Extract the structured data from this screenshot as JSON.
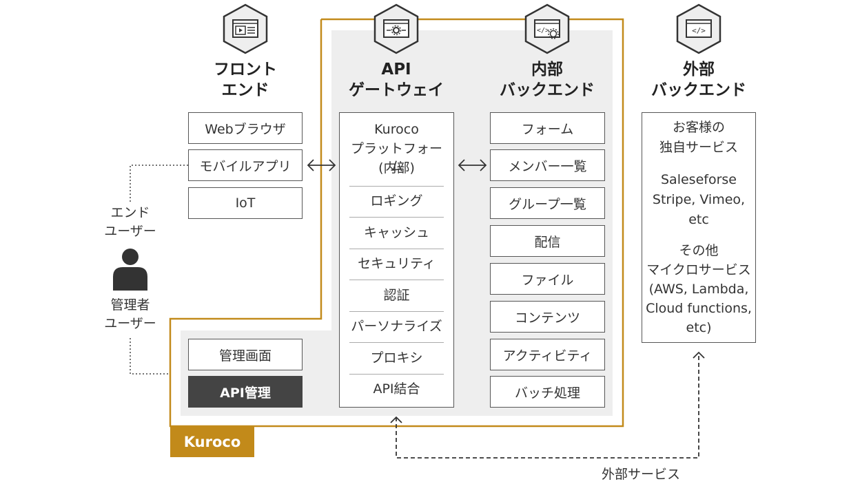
{
  "columns": {
    "frontend": {
      "line1": "フロント",
      "line2": "エンド"
    },
    "gateway": {
      "line1": "API",
      "line2": "ゲートウェイ"
    },
    "internal": {
      "line1": "内部",
      "line2": "バックエンド"
    },
    "external": {
      "line1": "外部",
      "line2": "バックエンド"
    }
  },
  "frontend_items": [
    "Webブラウザ",
    "モバイルアプリ",
    "IoT"
  ],
  "gateway_platform": [
    "Kuroco",
    "プラットフォーム",
    "(内部)"
  ],
  "gateway_features": [
    "ロギング",
    "キャッシュ",
    "セキュリティ",
    "認証",
    "パーソナライズ",
    "プロキシ",
    "API結合"
  ],
  "internal_items": [
    "フォーム",
    "メンバー一覧",
    "グループ一覧",
    "配信",
    "ファイル",
    "コンテンツ",
    "アクティビティ",
    "バッチ処理"
  ],
  "external_groups": [
    [
      "お客様の",
      "独自サービス"
    ],
    [
      "Saleseforse",
      "Stripe, Vimeo,",
      "etc"
    ],
    [
      "その他",
      "マイクロサービス",
      "(AWS, Lambda,",
      "Cloud functions,",
      "etc)"
    ]
  ],
  "admin_items": {
    "management_screen": "管理画面",
    "api_management": "API管理"
  },
  "users": {
    "end_user": [
      "エンド",
      "ユーザー"
    ],
    "admin_user": [
      "管理者",
      "ユーザー"
    ]
  },
  "kuroco_label": "Kuroco",
  "external_services_label": "外部サービス",
  "colors": {
    "kuroco_gold": "#c28a1a",
    "panel_gray": "#eeeeee",
    "dark_button": "#444444",
    "border": "#555555"
  },
  "icons": [
    "video-player-icon",
    "api-gear-icon",
    "code-gear-icon",
    "code-window-icon",
    "user-icon"
  ]
}
